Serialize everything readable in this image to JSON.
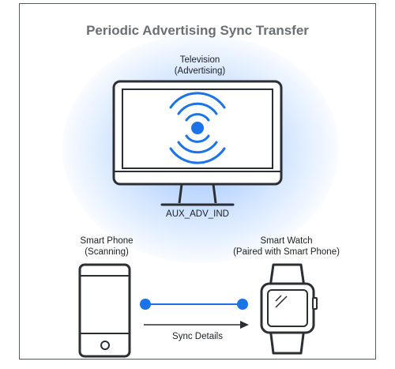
{
  "title": "Periodic Advertising Sync Transfer",
  "television": {
    "line1": "Television",
    "line2": "(Advertising)"
  },
  "aux_label": "AUX_ADV_IND",
  "phone": {
    "line1": "Smart Phone",
    "line2": "(Scanning)"
  },
  "watch": {
    "line1": "Smart Watch",
    "line2": "(Paired with Smart Phone)"
  },
  "sync_label": "Sync Details",
  "colors": {
    "accent": "#1a73e8",
    "outline": "#2b2f33",
    "title": "#6b6f73"
  }
}
